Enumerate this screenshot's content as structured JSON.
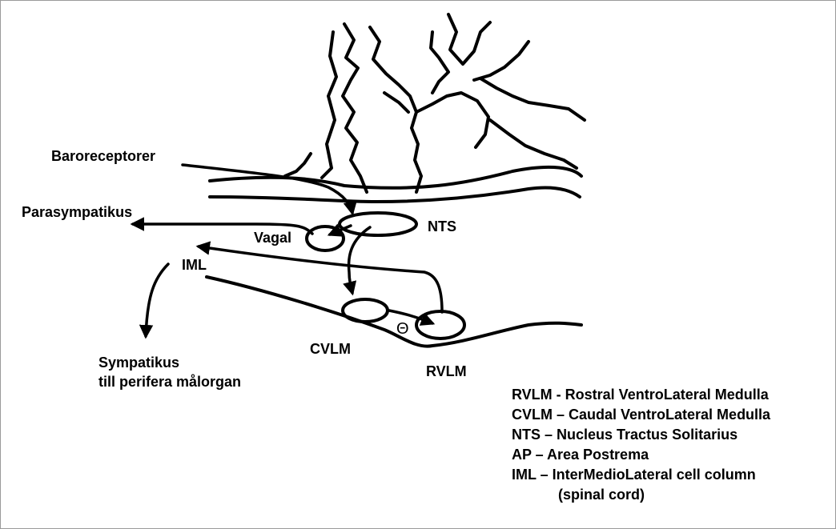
{
  "labels": {
    "baroreceptorer": "Baroreceptorer",
    "parasympatikus": "Parasympatikus",
    "vagal": "Vagal",
    "nts": "NTS",
    "iml": "IML",
    "cvlm": "CVLM",
    "rvlm": "RVLM",
    "inhibit_symbol": "Θ",
    "sympatikus_line1": "Sympatikus",
    "sympatikus_line2": "till perifera målorgan"
  },
  "legend": [
    "RVLM - Rostral VentroLateral Medulla",
    "CVLM – Caudal VentroLateral Medulla",
    "NTS – Nucleus Tractus Solitarius",
    "AP – Area Postrema",
    "IML – InterMedioLateral cell column",
    "(spinal cord)"
  ],
  "colors": {
    "stroke": "#000000",
    "background": "#ffffff",
    "frame": "#9a9a9a"
  }
}
